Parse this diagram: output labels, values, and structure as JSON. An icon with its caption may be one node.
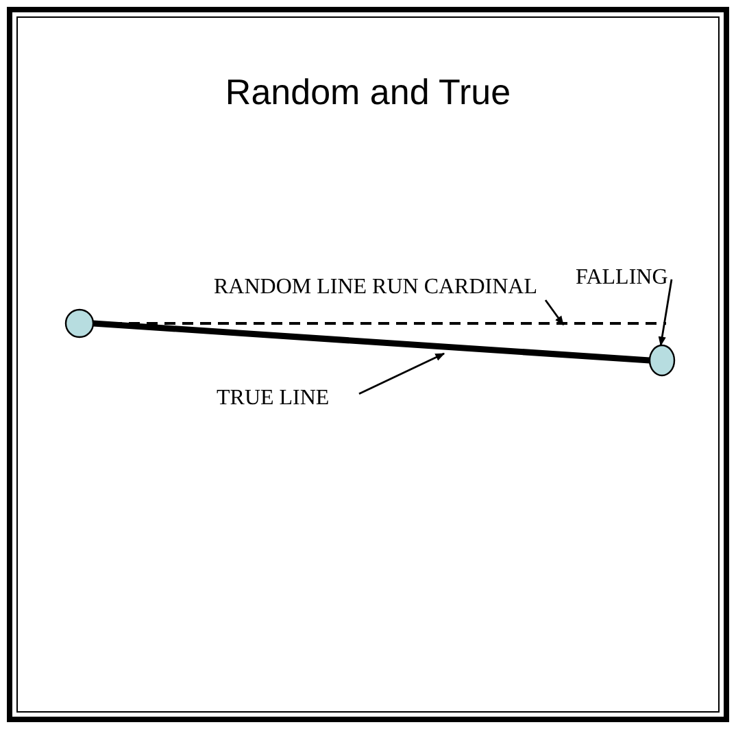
{
  "diagram": {
    "title": "Random and True",
    "nodes": [
      {
        "text": [
          "RANDOM LINE RUN CARDINAL"
        ]
      },
      {
        "text": [
          "FALLING"
        ]
      },
      {
        "text": [],
        "shape": "circle"
      },
      {
        "text": [],
        "shape": "circle"
      },
      {
        "text": [
          "TRUE LINE"
        ]
      }
    ],
    "edges": [
      {
        "from": 2,
        "to": null,
        "arrow": "none",
        "style": "dashed"
      },
      {
        "from": 2,
        "to": 3,
        "arrow": "none",
        "style": "thick"
      },
      {
        "from": 0,
        "to": null,
        "arrow": "to"
      },
      {
        "from": 1,
        "to": 3,
        "arrow": "to"
      },
      {
        "from": 4,
        "to": null,
        "arrow": "to"
      }
    ]
  }
}
